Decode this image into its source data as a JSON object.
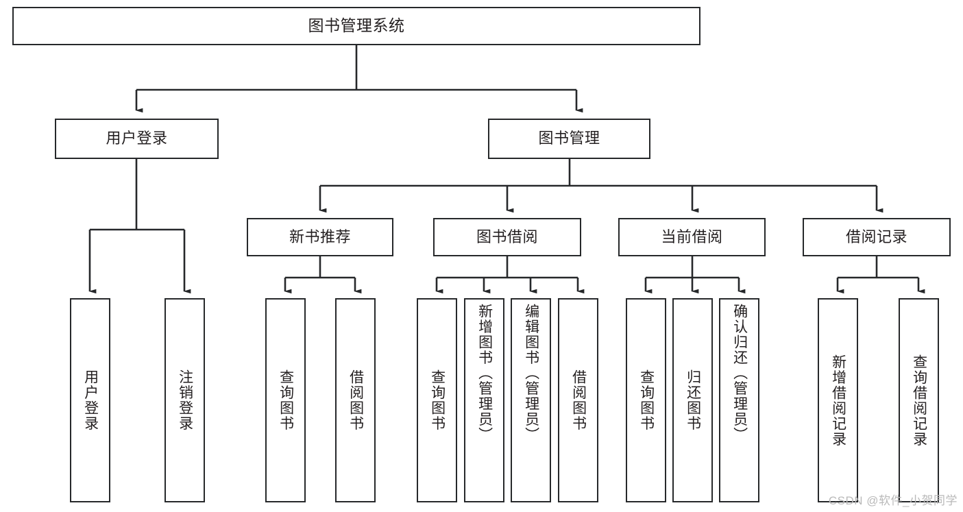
{
  "diagram": {
    "title": "图书管理系统",
    "type": "tree",
    "watermark": "CSDN @软件_小贺同学",
    "colors": {
      "border": "#26282a",
      "fill": "#ffffff",
      "text": "#231f20",
      "connector": "#26282a",
      "watermark": "#b9b9b9"
    },
    "nodes": {
      "root": {
        "label": "图书管理系统"
      },
      "level2": [
        {
          "id": "user-login",
          "label": "用户登录"
        },
        {
          "id": "book-management",
          "label": "图书管理"
        }
      ],
      "level3": [
        {
          "id": "new-book-recommend",
          "label": "新书推荐"
        },
        {
          "id": "book-borrow",
          "label": "图书借阅"
        },
        {
          "id": "current-borrow",
          "label": "当前借阅"
        },
        {
          "id": "borrow-record",
          "label": "借阅记录"
        }
      ],
      "leaves": {
        "user-login": [
          {
            "id": "leaf-user-login",
            "label": "用户登录"
          },
          {
            "id": "leaf-logout-login",
            "label": "注销登录"
          }
        ],
        "new-book-recommend": [
          {
            "id": "leaf-query-book-1",
            "label": "查询图书"
          },
          {
            "id": "leaf-borrow-book-1",
            "label": "借阅图书"
          }
        ],
        "book-borrow": [
          {
            "id": "leaf-query-book-2",
            "label": "查询图书"
          },
          {
            "id": "leaf-add-book-admin",
            "label": "新增图书（管理员）"
          },
          {
            "id": "leaf-edit-book-admin",
            "label": "编辑图书（管理员）"
          },
          {
            "id": "leaf-borrow-book-2",
            "label": "借阅图书"
          }
        ],
        "current-borrow": [
          {
            "id": "leaf-query-book-3",
            "label": "查询图书"
          },
          {
            "id": "leaf-return-book",
            "label": "归还图书"
          },
          {
            "id": "leaf-confirm-return-admin",
            "label": "确认归还（管理员）"
          }
        ],
        "borrow-record": [
          {
            "id": "leaf-add-borrow-record",
            "label": "新增借阅记录"
          },
          {
            "id": "leaf-query-borrow-record",
            "label": "查询借阅记录"
          }
        ]
      }
    }
  }
}
